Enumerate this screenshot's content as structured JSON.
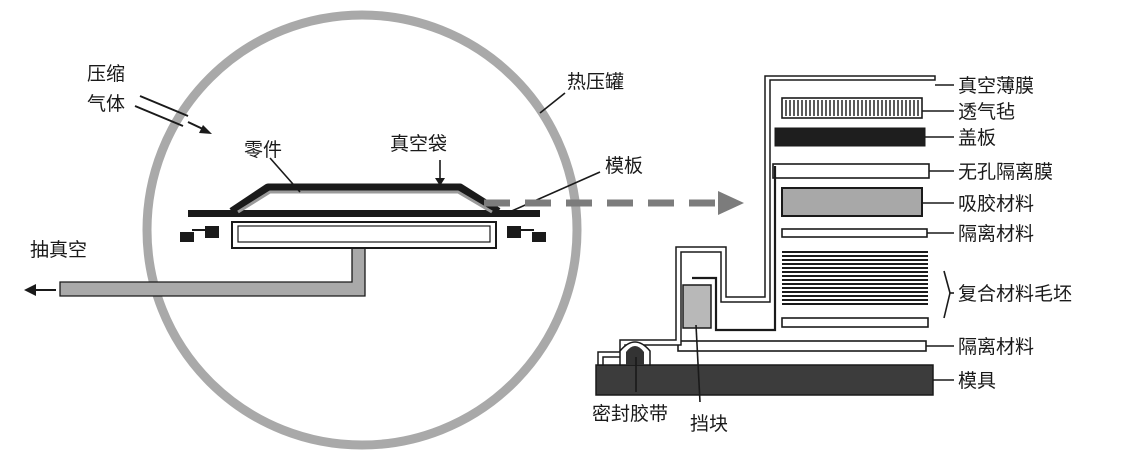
{
  "autoclave": {
    "vessel_label": "热压罐",
    "gas_label_line1": "压缩",
    "gas_label_line2": "气体",
    "part_label": "零件",
    "bag_label": "真空袋",
    "template_label": "模板",
    "vacuum_label": "抽真空"
  },
  "layup": {
    "layers": [
      {
        "id": "vacuum-film",
        "label": "真空薄膜"
      },
      {
        "id": "breather",
        "label": "透气毡"
      },
      {
        "id": "caul-plate",
        "label": "盖板"
      },
      {
        "id": "nonporous-film",
        "label": "无孔隔离膜"
      },
      {
        "id": "absorbent",
        "label": "吸胶材料"
      },
      {
        "id": "release-top",
        "label": "隔离材料"
      },
      {
        "id": "prepreg",
        "label": "复合材料毛坯"
      },
      {
        "id": "release-bottom",
        "label": "隔离材料"
      },
      {
        "id": "mold",
        "label": "模具"
      }
    ],
    "sealant_label": "密封胶带",
    "dam_label": "挡块"
  },
  "colors": {
    "vessel_wall": "#a9a9a9",
    "dark": "#1a1a1a",
    "mold": "#3c3c3c",
    "absorbent": "#a8a8a8",
    "dam": "#b8b8b8",
    "pipe": "#a9a9a9"
  }
}
